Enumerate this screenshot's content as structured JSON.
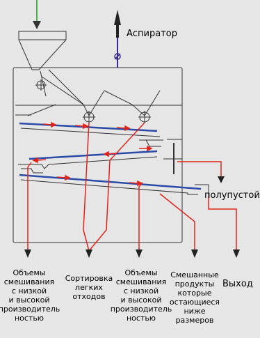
{
  "labels": {
    "aspirator": "Аспиратор",
    "semi_empty": "полупустой",
    "exit": "Выход"
  },
  "outputs": {
    "out1": [
      "Объемы",
      "смешивания",
      "с низкой",
      "и высокой",
      "производитель",
      "ностью"
    ],
    "out2": [
      "Сортировка",
      "легких",
      "отходов"
    ],
    "out3": [
      "Объемы",
      "смешивания",
      "с низкой",
      "и высокой",
      "производитель",
      "ностью"
    ],
    "out4": [
      "Смешанные",
      "продукты",
      "которые",
      "остающиеся",
      "ниже",
      "размеров"
    ]
  },
  "colors": {
    "background": "#e6e6e6",
    "outline": "#333333",
    "flow_red": "#e2231a",
    "sieve_blue": "#2b4aa6",
    "input_green": "#4caf50",
    "aspirator_purple": "#3b2a8c"
  }
}
